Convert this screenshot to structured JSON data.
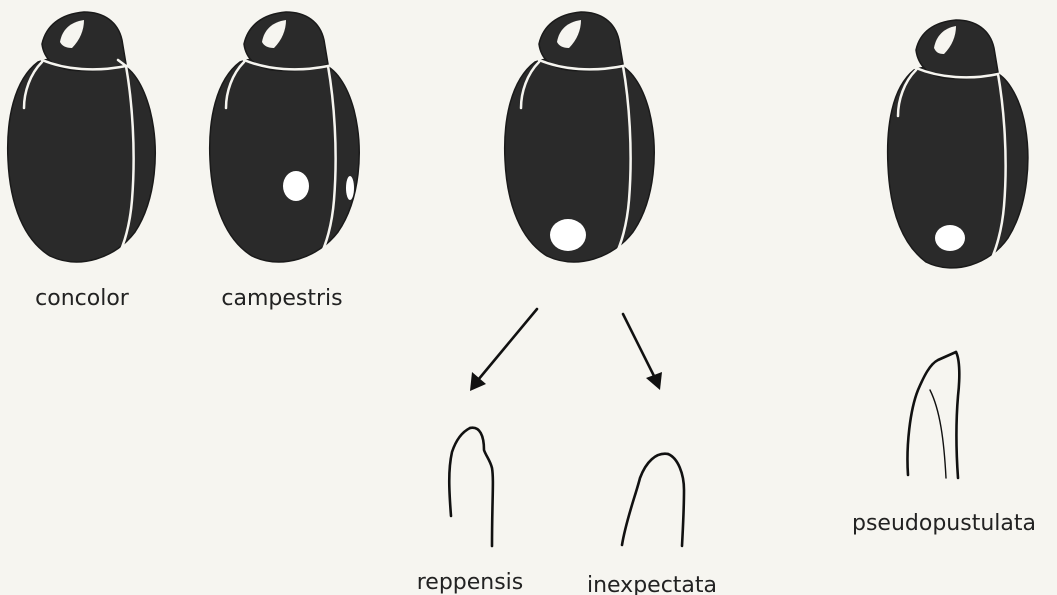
{
  "figure": {
    "labels": {
      "concolor": "concolor",
      "campestris": "campestris",
      "reppensis": "reppensis",
      "inexpectata": "inexpectata",
      "pseudopustulata": "pseudopustulata"
    }
  }
}
